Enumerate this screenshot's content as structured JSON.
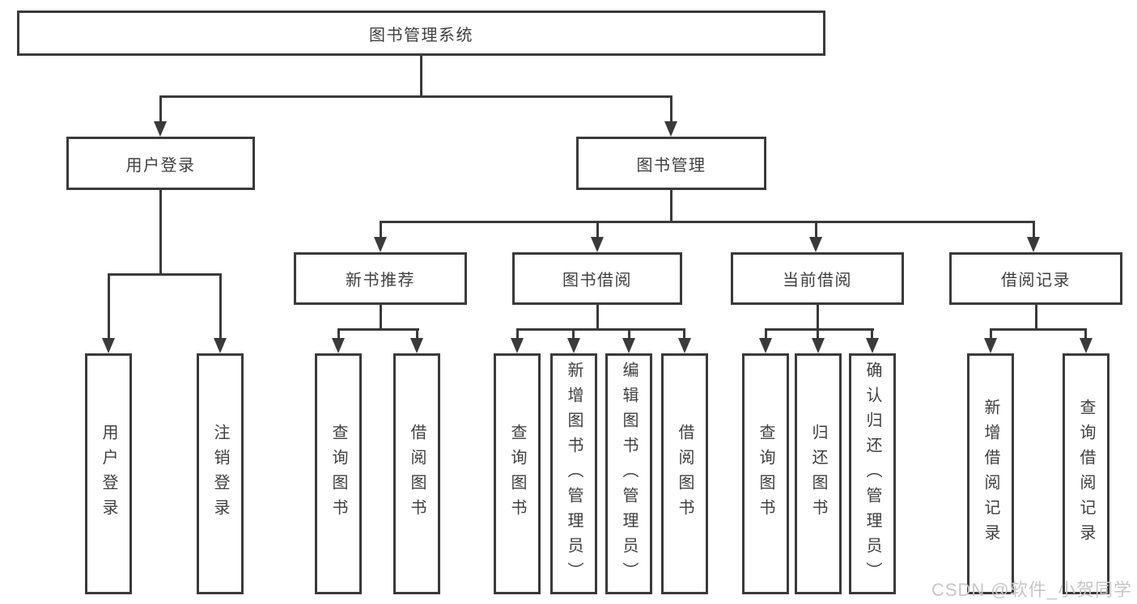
{
  "diagram": {
    "root": "图书管理系统",
    "user_login": {
      "label": "用户登录",
      "children": [
        "用户登录",
        "注销登录"
      ]
    },
    "book_management": {
      "label": "图书管理",
      "sections": [
        {
          "label": "新书推荐",
          "children": [
            "查询图书",
            "借阅图书"
          ]
        },
        {
          "label": "图书借阅",
          "children": [
            "查询图书",
            "新增图书（管理员）",
            "编辑图书（管理员）",
            "借阅图书"
          ]
        },
        {
          "label": "当前借阅",
          "children": [
            "查询图书",
            "归还图书",
            "确认归还（管理员）"
          ]
        },
        {
          "label": "借阅记录",
          "children": [
            "新增借阅记录",
            "查询借阅记录"
          ]
        }
      ]
    }
  },
  "watermark": "CSDN @软件_小贺同学",
  "colors": {
    "line": "#3a3a3a",
    "text": "#3f3f3f",
    "watermark": "#c6c6c6",
    "background": "#ffffff"
  }
}
